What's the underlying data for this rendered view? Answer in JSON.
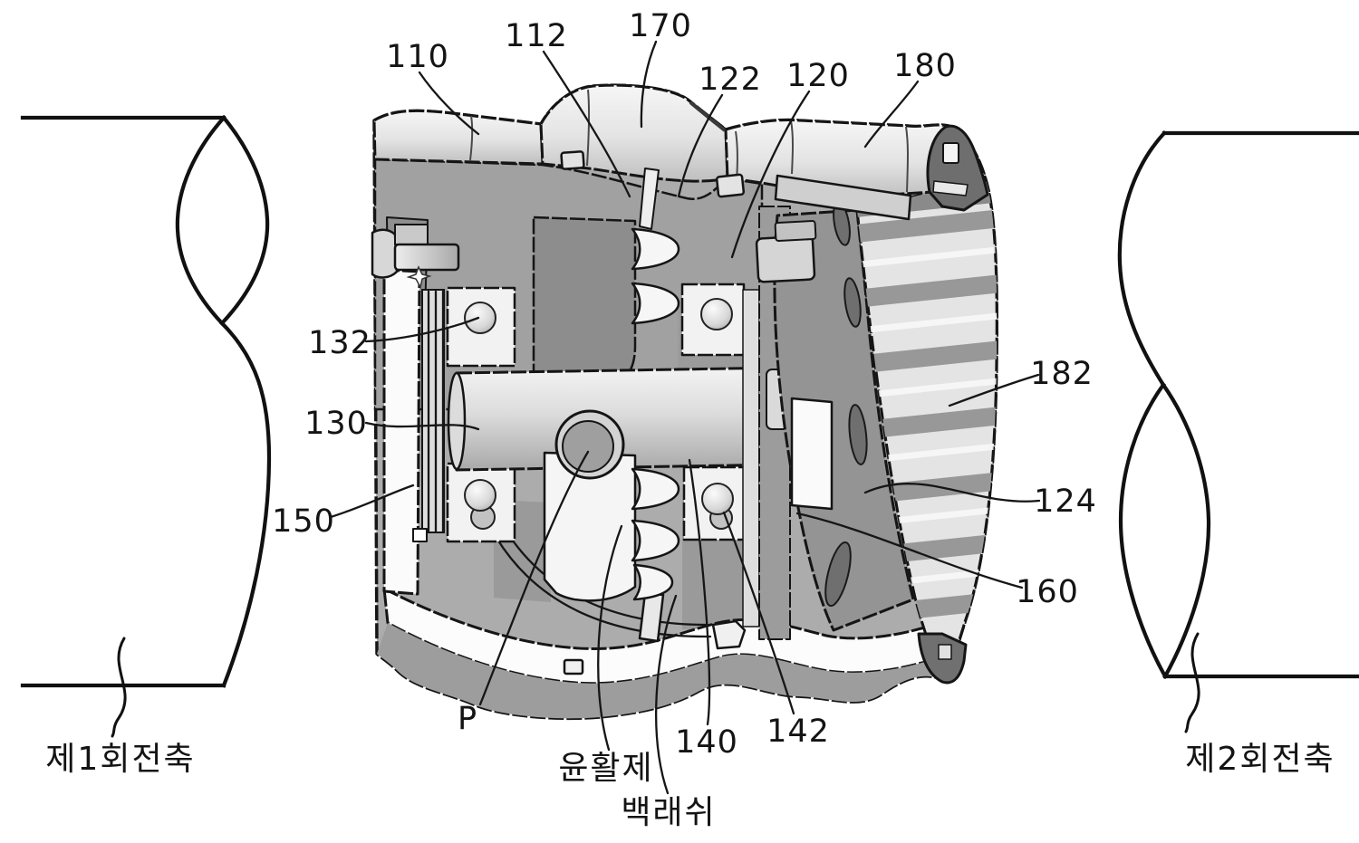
{
  "figure_labels": {
    "n110": "110",
    "n112": "112",
    "n170": "170",
    "n122": "122",
    "n120": "120",
    "n180": "180",
    "n132": "132",
    "n130": "130",
    "n150": "150",
    "n182": "182",
    "n124": "124",
    "n160": "160",
    "n140": "140",
    "n142": "142",
    "p": "P",
    "lubricant": "윤활제",
    "backlash": "백래쉬",
    "shaft1": "제1회전축",
    "shaft2": "제2회전축"
  },
  "palette": {
    "background": "#ffffff",
    "line": "#141414",
    "surface_light": "#f4f4f4",
    "surface_mid": "#c6c6c6",
    "face_gray": "#a2a2a2",
    "dark_gray": "#8d8d8d",
    "drum_light": "#e4e4e4",
    "drum_band": "#989898",
    "shadow_band": "#9d9d9d",
    "cap_dark": "#6e6e6e"
  }
}
